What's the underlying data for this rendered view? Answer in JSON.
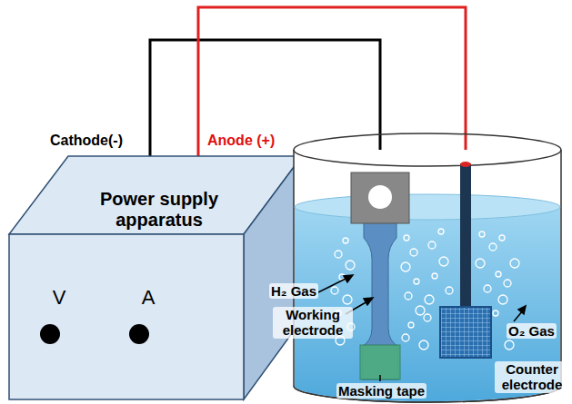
{
  "diagram": {
    "nodes": [
      {
        "text": [
          "Power supply apparatus",
          "V",
          "A"
        ]
      }
    ],
    "labels": [
      "Cathode(-)",
      "Anode (+)",
      "H₂ Gas",
      "Working electrode",
      "Masking tape",
      "Counter electrode",
      "O₂ Gas"
    ]
  }
}
